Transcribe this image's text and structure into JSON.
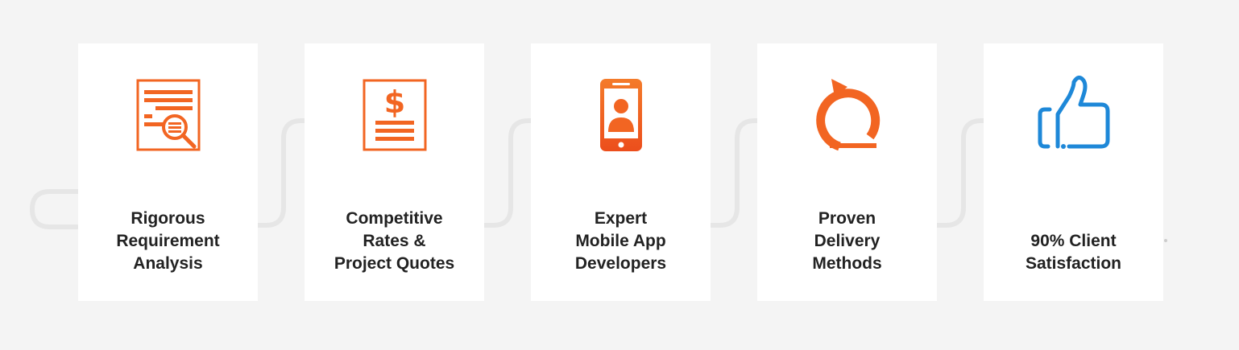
{
  "colors": {
    "background": "#f4f4f4",
    "card": "#ffffff",
    "accent_orange": "#f26522",
    "accent_blue": "#1e88d8",
    "connector": "#e3e3e3",
    "text": "#222222"
  },
  "features": [
    {
      "icon": "document-search-icon",
      "label_lines": [
        "Rigorous",
        "Requirement",
        "Analysis"
      ]
    },
    {
      "icon": "dollar-document-icon",
      "label_lines": [
        "Competitive",
        "Rates &",
        "Project Quotes"
      ]
    },
    {
      "icon": "mobile-developer-icon",
      "label_lines": [
        "Expert",
        "Mobile App",
        "Developers"
      ]
    },
    {
      "icon": "cycle-arrow-icon",
      "label_lines": [
        "Proven",
        "Delivery",
        "Methods"
      ]
    },
    {
      "icon": "thumbs-up-icon",
      "label_lines": [
        "90% Client",
        "Satisfaction"
      ]
    }
  ]
}
